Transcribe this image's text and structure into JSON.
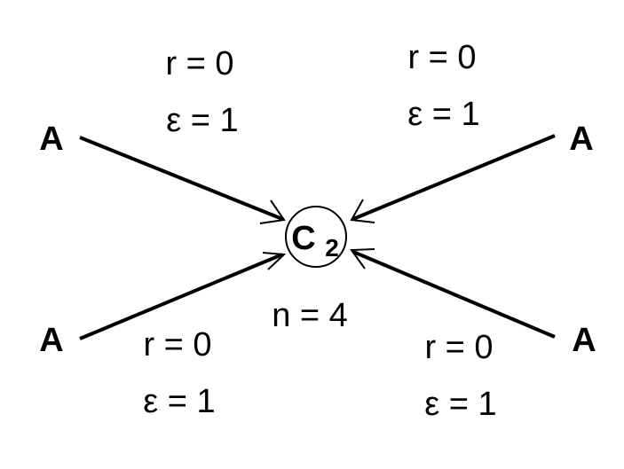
{
  "nodes": {
    "top_left": "A",
    "top_right": "A",
    "bottom_left": "A",
    "bottom_right": "A"
  },
  "center": {
    "main": "C",
    "sub": "2",
    "n_label": "n = 4"
  },
  "edges": {
    "top_left": {
      "r": "r = 0",
      "e": "ε = 1"
    },
    "top_right": {
      "r": "r = 0",
      "e": "ε = 1"
    },
    "bottom_left": {
      "r": "r = 0",
      "e": "ε = 1"
    },
    "bottom_right": {
      "r": "r = 0",
      "e": "ε = 1"
    }
  }
}
